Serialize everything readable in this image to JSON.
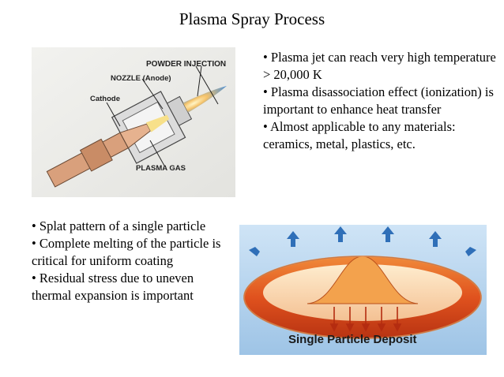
{
  "title": "Plasma Spray Process",
  "right_bullets": [
    "• Plasma jet can reach very high temperature > 20,000 K",
    "• Plasma disassociation effect (ionization) is important to enhance heat transfer",
    "• Almost applicable to any materials: ceramics, metal, plastics, etc."
  ],
  "left_bullets": [
    "• Splat pattern of a single particle",
    "• Complete melting of the particle is critical for uniform coating",
    "• Residual stress due to uneven thermal expansion is important"
  ],
  "nozzle_figure": {
    "labels": {
      "powder_injection": "POWDER INJECTION",
      "nozzle": "NOZZLE (Anode)",
      "cathode": "Cathode",
      "plasma_gas": "PLASMA GAS"
    }
  },
  "deposit_figure": {
    "caption": "Single Particle Deposit"
  }
}
